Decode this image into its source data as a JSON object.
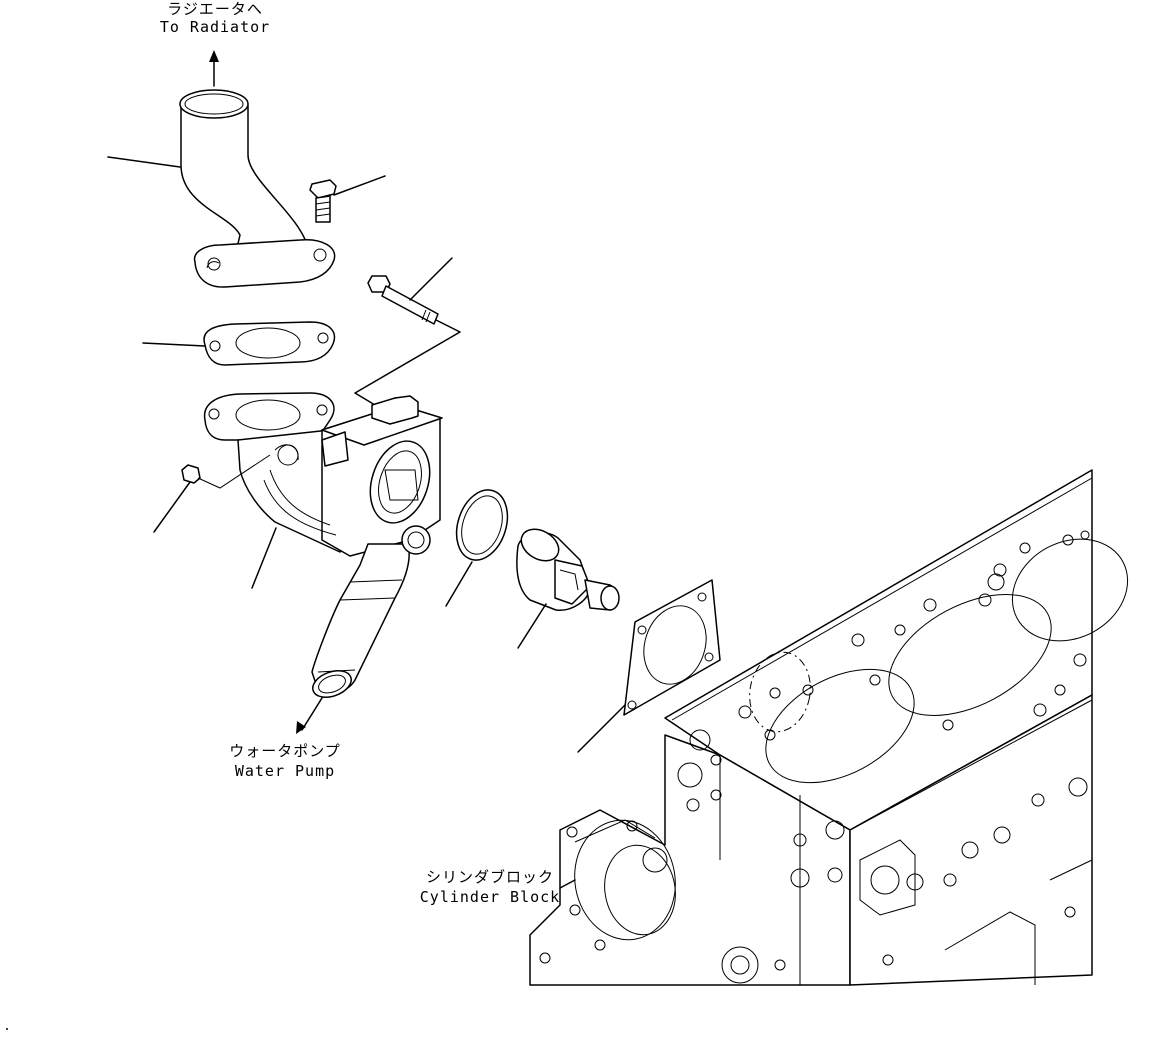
{
  "labels": {
    "radiator_jp": "ラジエータへ",
    "radiator_en": "To Radiator",
    "pump_jp": "ウォータポンプ",
    "pump_en": "Water Pump",
    "block_jp": "シリンダブロック",
    "block_en": "Cylinder Block"
  }
}
